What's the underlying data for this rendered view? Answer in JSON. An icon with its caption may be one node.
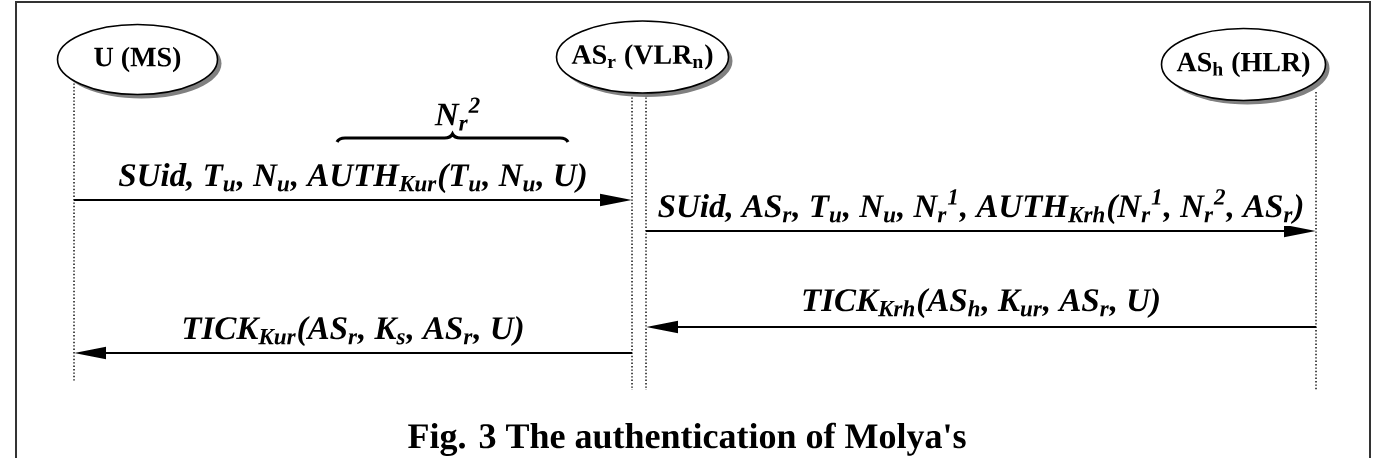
{
  "diagram": {
    "caption": "Fig. 3 The authentication of Molya's",
    "nodes": [
      {
        "text": [
          "U (MS)"
        ]
      },
      {
        "text": [
          "AS$_{r}$ (VLR$_{n}$)"
        ]
      },
      {
        "text": [
          "AS$_{h}$ (HLR)"
        ]
      }
    ],
    "edges": [
      {
        "from": 0,
        "to": 1,
        "arrow": "to",
        "label": "SUid, T$_{u}$, N$_{u}$, AUTH$_{Kur}$(T$_{u}$, N$_{u}$, U)"
      },
      {
        "from": 1,
        "to": 2,
        "arrow": "to",
        "label": "SUid, AS$_{r}$, T$_{u}$, N$_{u}$, N$_{r}$$^{1}$, AUTH$_{Krh}$(N$_{r}$$^{1}$, N$_{r}$$^{2}$, AS$_{r}$)"
      },
      {
        "from": 2,
        "to": 1,
        "arrow": "to",
        "label": "TICK$_{Krh}$(AS$_{h}$, K$_{ur}$, AS$_{r}$, U)"
      },
      {
        "from": 1,
        "to": 0,
        "arrow": "to",
        "label": "TICK$_{Kur}$(AS$_{r}$, K$_{s}$, AS$_{r}$, U)"
      }
    ],
    "labels": [
      "N$_{r}$$^{2}$"
    ]
  }
}
